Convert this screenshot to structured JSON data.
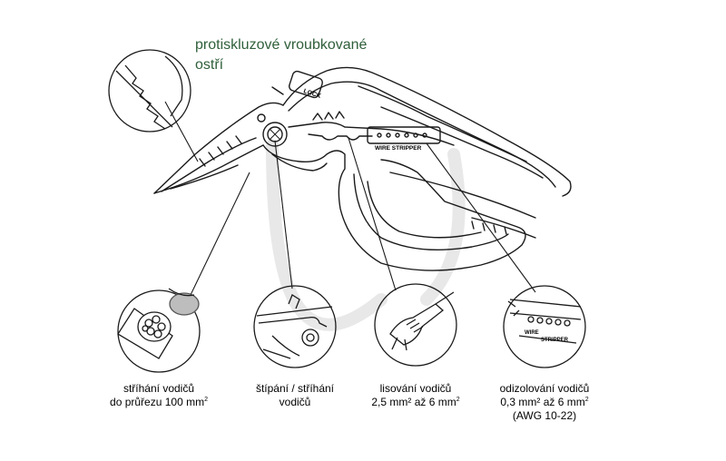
{
  "title": {
    "line1": "protiskluzové vroubkované",
    "line2": "ostří"
  },
  "tool_text": {
    "lock": "LOCK",
    "wire_stripper": "WIRE STRIPPER"
  },
  "callouts": [
    {
      "line1": "stříhání vodičů",
      "line2": "do průřezu 100 mm",
      "line2_sup": "2",
      "line3": ""
    },
    {
      "line1": "štípání / stříhání",
      "line2": "vodičů",
      "line2_sup": "",
      "line3": ""
    },
    {
      "line1": "lisování vodičů",
      "line2": "2,5 mm² až 6 mm",
      "line2_sup": "2",
      "line3": ""
    },
    {
      "line1": "odizolování vodičů",
      "line2": "0,3 mm² až 6 mm",
      "line2_sup": "2",
      "line3": "(AWG 10-22)"
    }
  ],
  "detail_text": {
    "wire_stripper_line1": "WIRE",
    "wire_stripper_line2": "STRIPPER"
  },
  "colors": {
    "line": "#1a1a1a",
    "title": "#2f5f3a",
    "watermark": "#e6e6e6"
  }
}
